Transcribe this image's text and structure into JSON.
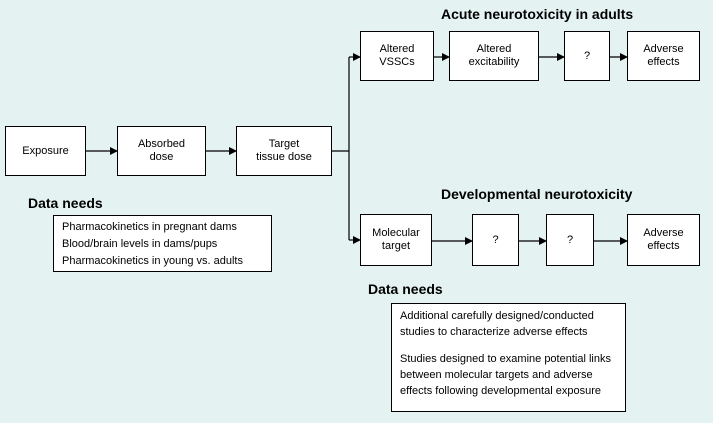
{
  "headings": {
    "acute": "Acute neurotoxicity in adults",
    "developmental": "Developmental neurotoxicity"
  },
  "nodes": {
    "exposure": "Exposure",
    "absorbed_dose": "Absorbed\ndose",
    "target_tissue_dose": "Target\ntissue dose",
    "altered_vsscs": "Altered\nVSSCs",
    "altered_excitability": "Altered\nexcitability",
    "acute_unknown": "?",
    "acute_adverse_effects": "Adverse\neffects",
    "molecular_target": "Molecular\ntarget",
    "dev_unknown_1": "?",
    "dev_unknown_2": "?",
    "dev_adverse_effects": "Adverse\neffects"
  },
  "data_needs_left": {
    "title": "Data needs",
    "items": [
      "Pharmacokinetics in pregnant dams",
      "Blood/brain levels in dams/pups",
      "Pharmacokinetics in young vs. adults"
    ]
  },
  "data_needs_right": {
    "title": "Data needs",
    "items": [
      "Additional carefully designed/conducted studies to characterize adverse effects",
      "Studies designed to examine potential links between molecular targets and adverse effects following developmental exposure"
    ]
  },
  "colors": {
    "background": "#e4f2f2",
    "box_fill": "#ffffff",
    "line": "#000000"
  }
}
